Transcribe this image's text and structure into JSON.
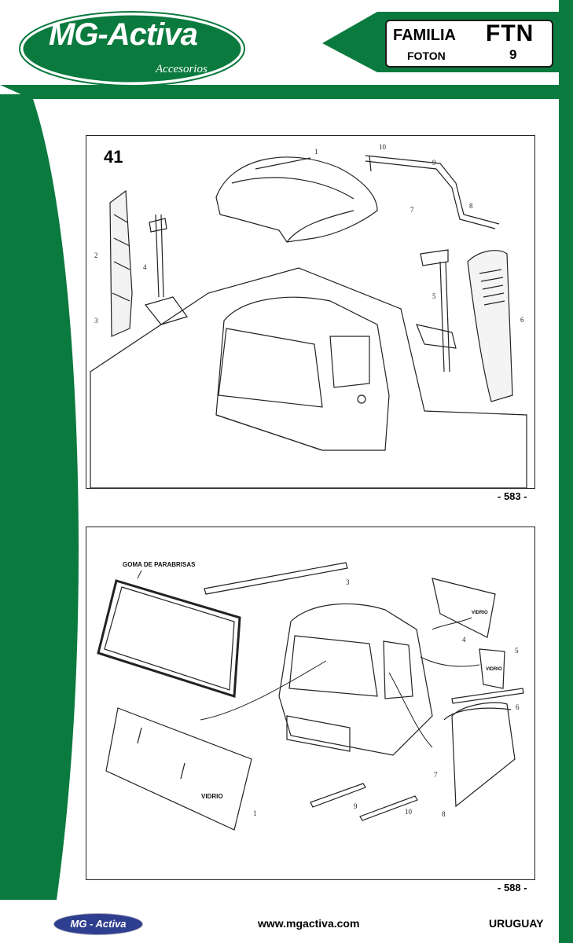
{
  "header": {
    "brand": "MG-Activa",
    "brand_sub": "Accesorios",
    "familia_label": "FAMILIA",
    "familia_code": "FTN",
    "make": "FOTON",
    "number": "9"
  },
  "diagram_top": {
    "section_number": "41",
    "page": "- 583 -",
    "callouts": [
      "1",
      "2",
      "3",
      "4",
      "5",
      "6",
      "7",
      "8",
      "9",
      "10"
    ]
  },
  "diagram_bottom": {
    "page": "- 588 -",
    "labels": {
      "goma": "GOMA DE PARABRISAS",
      "vidrio_main": "VIDRIO",
      "vidrio_side": "VIDRIO",
      "vidrio_small": "VIDRIO"
    },
    "callouts": [
      "1",
      "3",
      "4",
      "5",
      "6",
      "7",
      "8",
      "9",
      "10"
    ]
  },
  "footer": {
    "logo": "MG - Activa",
    "website": "www.mgactiva.com",
    "country": "URUGUAY"
  },
  "colors": {
    "brand_green": "#0b7a3e",
    "dark_green": "#06612f",
    "footer_logo_blue": "#2f3f8f"
  }
}
